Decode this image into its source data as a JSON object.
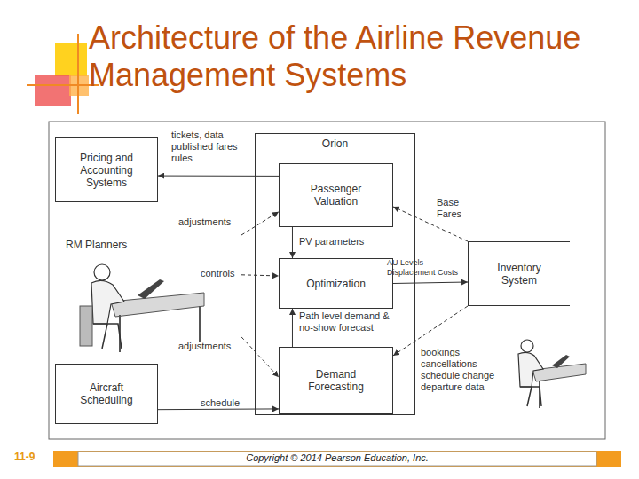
{
  "diagram": {
    "title": "Architecture of the Airline Revenue Management Systems",
    "nodes": [
      {
        "text": [
          "Pricing and Accounting Systems"
        ]
      },
      {
        "text": [
          "Orion"
        ]
      },
      {
        "text": [
          "Passenger Valuation"
        ],
        "in": 1
      },
      {
        "text": [
          "Optimization"
        ],
        "in": 1
      },
      {
        "text": [
          "Demand Forecasting"
        ],
        "in": 1
      },
      {
        "text": [
          "RM Planners"
        ]
      },
      {
        "text": [
          "Inventory System"
        ]
      },
      {
        "text": [
          "Aircraft Scheduling"
        ]
      }
    ],
    "edges": [
      {
        "from": 2,
        "to": 0,
        "label": "tickets, data published fares rules",
        "arrow": "to"
      },
      {
        "from": 5,
        "to": 2,
        "label": "adjustments",
        "arrow": "to"
      },
      {
        "from": 5,
        "to": 3,
        "label": "controls",
        "arrow": "to"
      },
      {
        "from": 5,
        "to": 4,
        "label": "adjustments",
        "arrow": "to"
      },
      {
        "from": 2,
        "to": 3,
        "label": "PV parameters",
        "arrow": "to"
      },
      {
        "from": 4,
        "to": 3,
        "label": "Path level demand & no-show forecast",
        "arrow": "to"
      },
      {
        "from": 6,
        "to": 2,
        "label": "Base Fares",
        "arrow": "to"
      },
      {
        "from": 3,
        "to": 6,
        "label": "AU Levels Displacement Costs",
        "arrow": "to"
      },
      {
        "from": 6,
        "to": 4,
        "label": "bookings cancellations schedule change departure data",
        "arrow": "to"
      },
      {
        "from": 7,
        "to": 4,
        "label": "schedule",
        "arrow": "to"
      }
    ],
    "labels": [
      "11-9",
      "Copyright © 2014 Pearson Education, Inc."
    ]
  }
}
